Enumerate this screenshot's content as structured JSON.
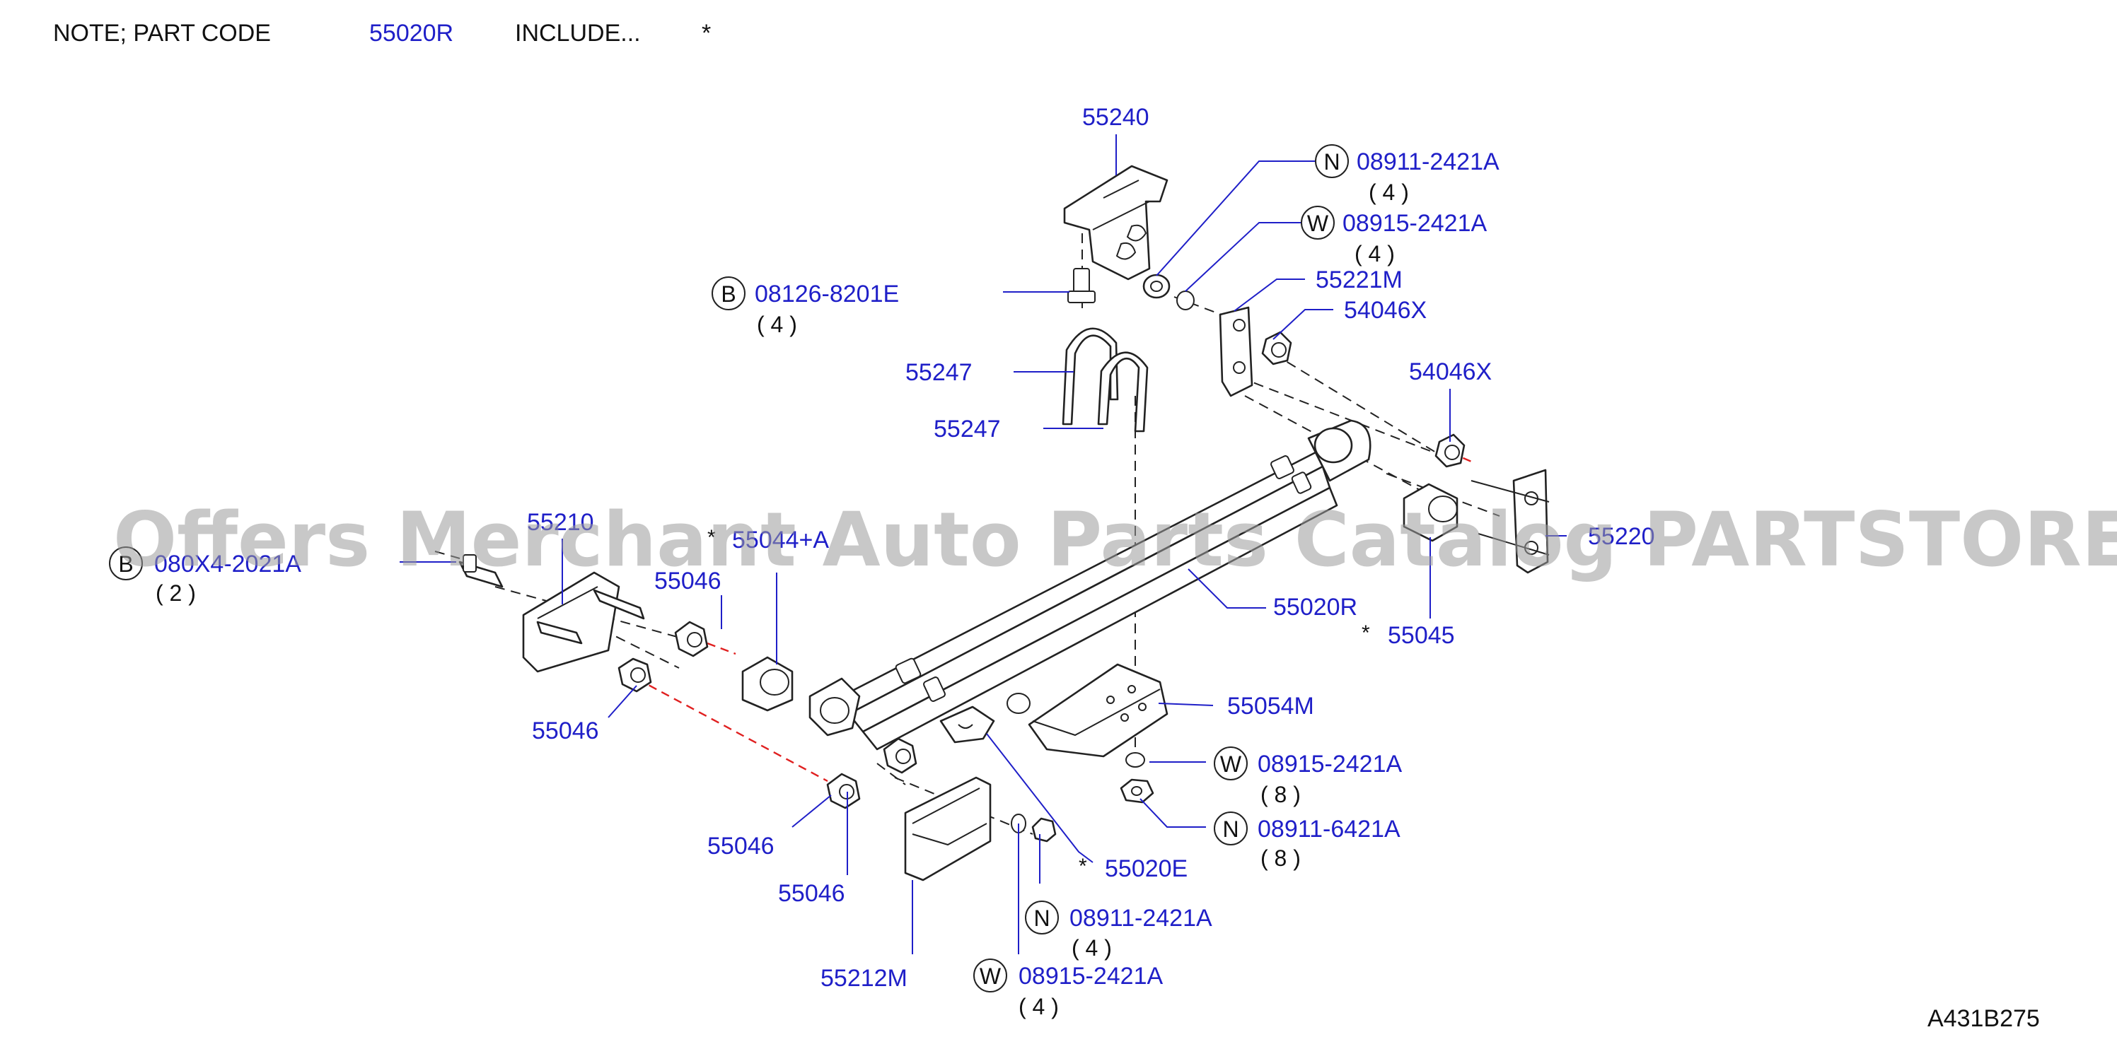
{
  "note": {
    "prefix": "NOTE;   PART   CODE",
    "code": "55020R",
    "include": "INCLUDE...",
    "star": "*"
  },
  "watermark": "Offers Merchant Auto Parts Catalog PARTSTORE.SA",
  "diagram_id": "A431B275",
  "callouts": [
    {
      "id": "c1",
      "code": "55240",
      "letter": "",
      "qty": "",
      "star": ""
    },
    {
      "id": "c2",
      "code": "08911-2421A",
      "letter": "N",
      "qty": "( 4 )",
      "star": ""
    },
    {
      "id": "c3",
      "code": "08915-2421A",
      "letter": "W",
      "qty": "( 4 )",
      "star": ""
    },
    {
      "id": "c4",
      "code": "08126-8201E",
      "letter": "B",
      "qty": "( 4 )",
      "star": ""
    },
    {
      "id": "c5",
      "code": "55221M",
      "letter": "",
      "qty": "",
      "star": ""
    },
    {
      "id": "c6",
      "code": "54046X",
      "letter": "",
      "qty": "",
      "star": ""
    },
    {
      "id": "c7",
      "code": "54046X",
      "letter": "",
      "qty": "",
      "star": ""
    },
    {
      "id": "c8",
      "code": "55247",
      "letter": "",
      "qty": "",
      "star": ""
    },
    {
      "id": "c9",
      "code": "55247",
      "letter": "",
      "qty": "",
      "star": ""
    },
    {
      "id": "c10",
      "code": "55210",
      "letter": "",
      "qty": "",
      "star": ""
    },
    {
      "id": "c11",
      "code": "080X4-2021A",
      "letter": "B",
      "qty": "( 2 )",
      "star": ""
    },
    {
      "id": "c12",
      "code": "55044+A",
      "letter": "",
      "qty": "",
      "star": "*"
    },
    {
      "id": "c13",
      "code": "55046",
      "letter": "",
      "qty": "",
      "star": ""
    },
    {
      "id": "c14",
      "code": "55220",
      "letter": "",
      "qty": "",
      "star": ""
    },
    {
      "id": "c15",
      "code": "55020R",
      "letter": "",
      "qty": "",
      "star": ""
    },
    {
      "id": "c16",
      "code": "55045",
      "letter": "",
      "qty": "",
      "star": "*"
    },
    {
      "id": "c17",
      "code": "55046",
      "letter": "",
      "qty": "",
      "star": ""
    },
    {
      "id": "c18",
      "code": "55054M",
      "letter": "",
      "qty": "",
      "star": ""
    },
    {
      "id": "c19",
      "code": "08915-2421A",
      "letter": "W",
      "qty": "( 8 )",
      "star": ""
    },
    {
      "id": "c20",
      "code": "08911-6421A",
      "letter": "N",
      "qty": "( 8 )",
      "star": ""
    },
    {
      "id": "c21",
      "code": "55046",
      "letter": "",
      "qty": "",
      "star": ""
    },
    {
      "id": "c22",
      "code": "55020E",
      "letter": "",
      "qty": "",
      "star": "*"
    },
    {
      "id": "c23",
      "code": "55046",
      "letter": "",
      "qty": "",
      "star": ""
    },
    {
      "id": "c24",
      "code": "08911-2421A",
      "letter": "N",
      "qty": "( 4 )",
      "star": ""
    },
    {
      "id": "c25",
      "code": "55212M",
      "letter": "",
      "qty": "",
      "star": ""
    },
    {
      "id": "c26",
      "code": "08915-2421A",
      "letter": "W",
      "qty": "( 4 )",
      "star": ""
    }
  ]
}
